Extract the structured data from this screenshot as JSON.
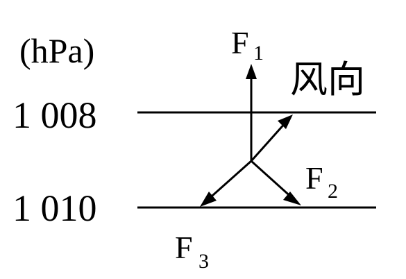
{
  "unit_label": "(hPa)",
  "isobars": [
    {
      "label": "1 008"
    },
    {
      "label": "1 010"
    }
  ],
  "forces": [
    {
      "symbol": "F",
      "subscript": "1"
    },
    {
      "symbol": "F",
      "subscript": "2"
    },
    {
      "symbol": "F",
      "subscript": "3"
    }
  ],
  "wind_label": "风向",
  "colors": {
    "ink": "#000000",
    "background": "#ffffff"
  }
}
